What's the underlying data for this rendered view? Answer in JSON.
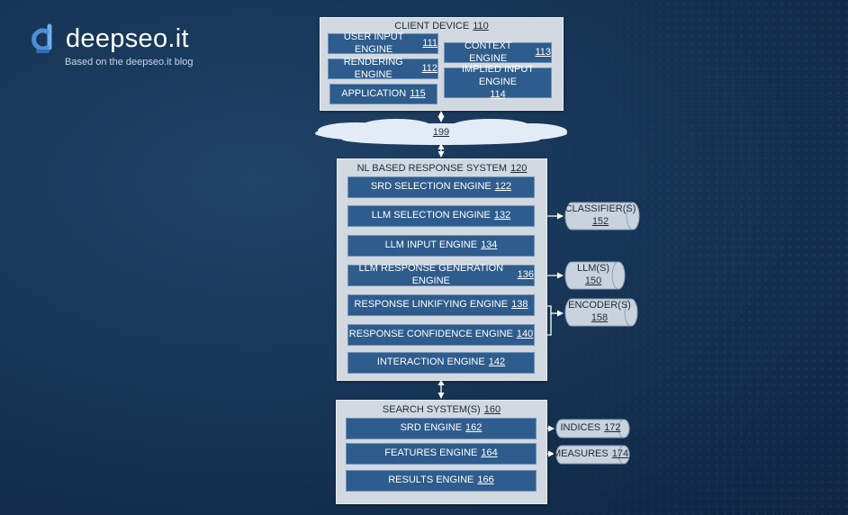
{
  "logo": {
    "name": "deepseo.it",
    "tagline": "Based on the deepseo.it blog"
  },
  "client": {
    "title": "CLIENT DEVICE",
    "ref": "110",
    "user_input": {
      "label": "USER INPUT ENGINE",
      "ref": "111"
    },
    "rendering": {
      "label": "RENDERING ENGINE",
      "ref": "112"
    },
    "application": {
      "label": "APPLICATION",
      "ref": "115"
    },
    "context": {
      "label": "CONTEXT ENGINE",
      "ref": "113"
    },
    "implied": {
      "label": "IMPLIED INPUT ENGINE",
      "ref": "114"
    }
  },
  "network": {
    "label": "199"
  },
  "nl": {
    "title": "NL BASED RESPONSE SYSTEM",
    "ref": "120",
    "srd_selection": {
      "label": "SRD SELECTION ENGINE",
      "ref": "122"
    },
    "llm_selection": {
      "label": "LLM SELECTION ENGINE",
      "ref": "132"
    },
    "llm_input": {
      "label": "LLM INPUT ENGINE",
      "ref": "134"
    },
    "llm_response": {
      "label": "LLM RESPONSE GENERATION ENGINE",
      "ref": "136"
    },
    "linkifying": {
      "label": "RESPONSE LINKIFYING ENGINE",
      "ref": "138"
    },
    "confidence": {
      "label": "RESPONSE CONFIDENCE ENGINE",
      "ref": "140"
    },
    "interaction": {
      "label": "INTERACTION ENGINE",
      "ref": "142"
    }
  },
  "stores": {
    "classifiers": {
      "label": "CLASSIFIER(S)",
      "ref": "152"
    },
    "llms": {
      "label": "LLM(S)",
      "ref": "150"
    },
    "encoders": {
      "label": "ENCODER(S)",
      "ref": "158"
    },
    "indices": {
      "label": "INDICES",
      "ref": "172"
    },
    "measures": {
      "label": "MEASURES",
      "ref": "174"
    }
  },
  "search": {
    "title": "SEARCH SYSTEM(S)",
    "ref": "160",
    "srd": {
      "label": "SRD ENGINE",
      "ref": "162"
    },
    "features": {
      "label": "FEATURES ENGINE",
      "ref": "164"
    },
    "results": {
      "label": "RESULTS ENGINE",
      "ref": "166"
    }
  },
  "colors": {
    "background": "#173556",
    "panel": "#d2d8df",
    "engine_box": "#2e5c8c",
    "cloud": "#e3ecf6",
    "arrow": "#ffffff"
  }
}
